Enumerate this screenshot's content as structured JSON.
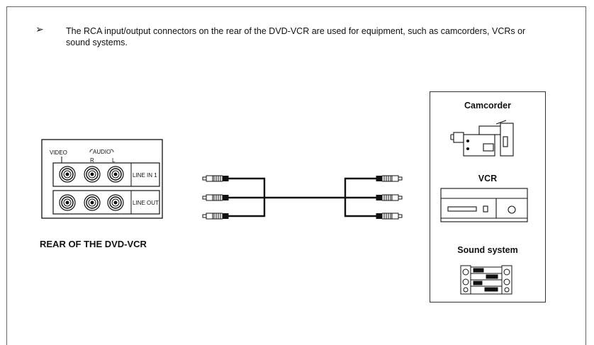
{
  "note": {
    "arrow_glyph": "➢",
    "text": "The RCA input/output connectors on the rear of the DVD-VCR are used for equipment, such as camcorders, VCRs or sound systems."
  },
  "rear_panel": {
    "caption": "REAR OF THE DVD-VCR",
    "label_video": "VIDEO",
    "label_audio": "AUDIO",
    "label_r": "R",
    "label_l": "L",
    "line_in": "LINE IN 1",
    "line_out": "LINE OUT"
  },
  "devices": {
    "camcorder": "Camcorder",
    "vcr": "VCR",
    "sound_system": "Sound system"
  }
}
